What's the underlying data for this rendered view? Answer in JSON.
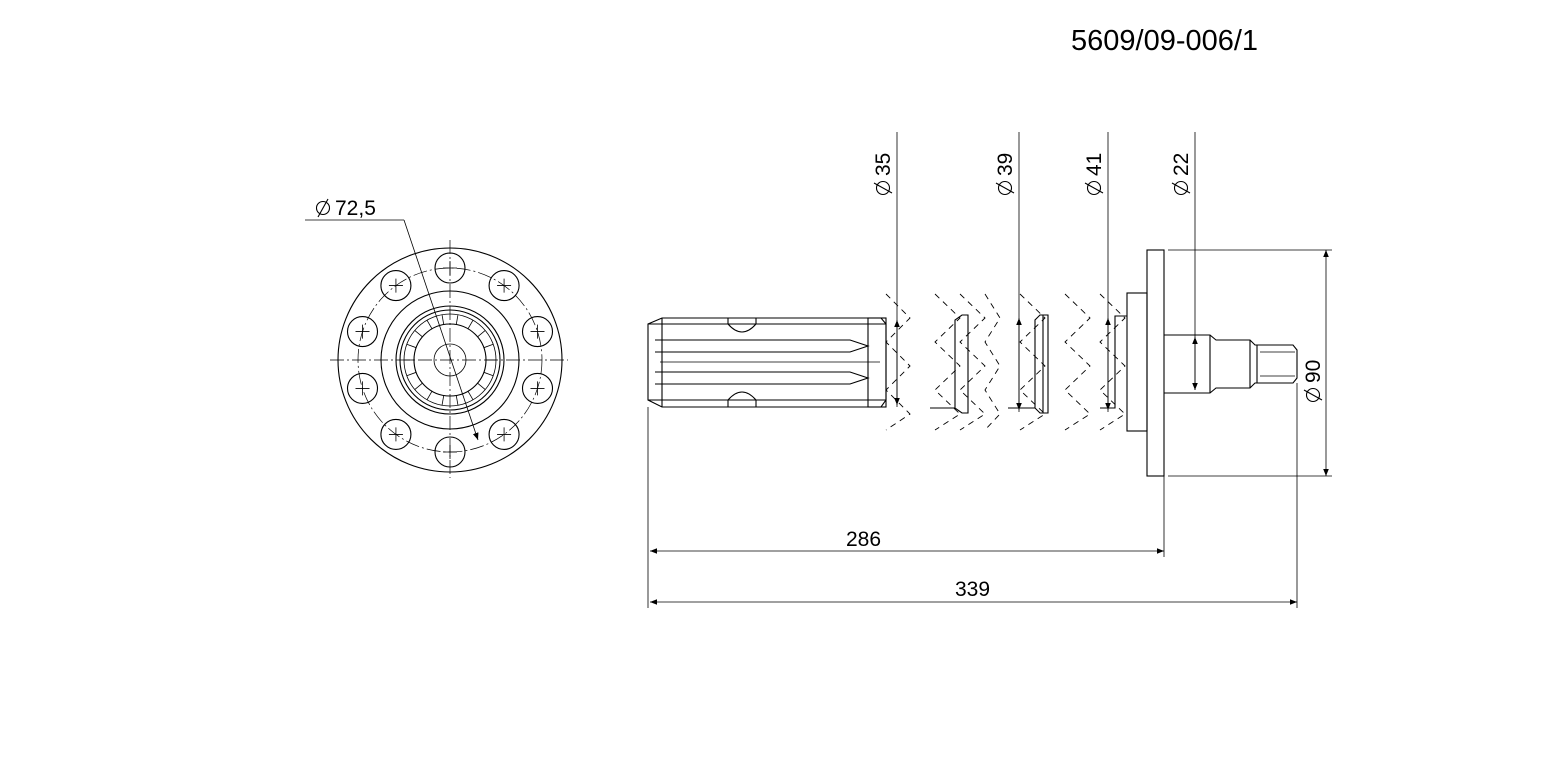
{
  "drawing_number": "5609/09-006/1",
  "dims": {
    "d72": "72,5",
    "d35": "35",
    "d39": "39",
    "d41": "41",
    "d22": "22",
    "d90": "90",
    "len286": "286",
    "len339": "339"
  },
  "symbols": {
    "diameter": "diameter-symbol"
  }
}
